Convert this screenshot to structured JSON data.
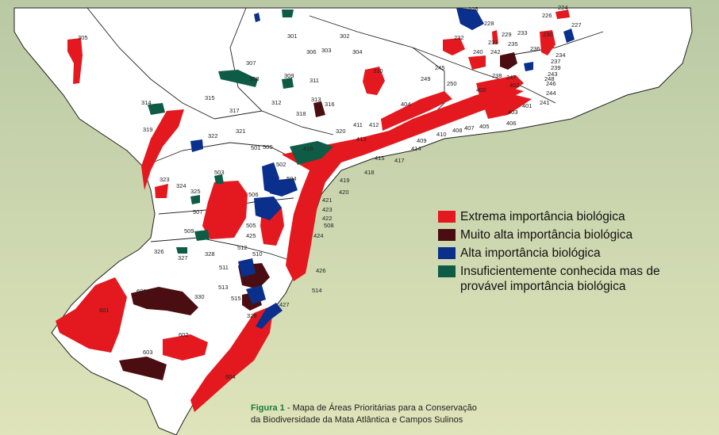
{
  "colors": {
    "extreme": "#e3191f",
    "very_high": "#4a0e12",
    "high": "#0a2f8c",
    "insufficient": "#0e5c46",
    "land": "#ffffff",
    "sea_top": "#b9c9a4",
    "sea_bottom": "#dfe4ba",
    "border": "#222222",
    "frame": "#c0392b"
  },
  "legend": [
    {
      "category": "extreme",
      "label": "Extrema importância biológica"
    },
    {
      "category": "very_high",
      "label": "Muito alta importância biológica"
    },
    {
      "category": "high",
      "label": "Alta importância biológica"
    },
    {
      "category": "insufficient",
      "label": "Insuficientemente conhecida mas de provável importância biológica"
    }
  ],
  "caption": {
    "prefix": "Figura 1",
    "text": " - Mapa de Áreas Prioritárias para a Conservação da Biodiversidade da Mata Atlântica e Campos Sulinos"
  },
  "area_labels": [
    "225",
    "226",
    "224",
    "227",
    "228",
    "229",
    "233",
    "230",
    "231",
    "235",
    "232",
    "234",
    "240",
    "242",
    "236",
    "237",
    "239",
    "243",
    "238",
    "247",
    "248",
    "246",
    "244",
    "241",
    "401",
    "402",
    "400",
    "403",
    "406",
    "405",
    "407",
    "408",
    "410",
    "409",
    "404",
    "250",
    "245",
    "249",
    "305",
    "301",
    "302",
    "306",
    "303",
    "304",
    "307",
    "308",
    "309",
    "310",
    "311",
    "313",
    "316",
    "312",
    "318",
    "315",
    "317",
    "314",
    "319",
    "321",
    "322",
    "320",
    "411",
    "412",
    "413",
    "416",
    "414",
    "417",
    "415",
    "418",
    "419",
    "420",
    "421",
    "423",
    "422",
    "508",
    "424",
    "426",
    "500",
    "501",
    "502",
    "504",
    "503",
    "506",
    "505",
    "507",
    "425",
    "323",
    "324",
    "325",
    "509",
    "326",
    "327",
    "328",
    "512",
    "510",
    "511",
    "513",
    "515",
    "329",
    "330",
    "514",
    "427",
    "600",
    "601",
    "602",
    "603",
    "604"
  ]
}
